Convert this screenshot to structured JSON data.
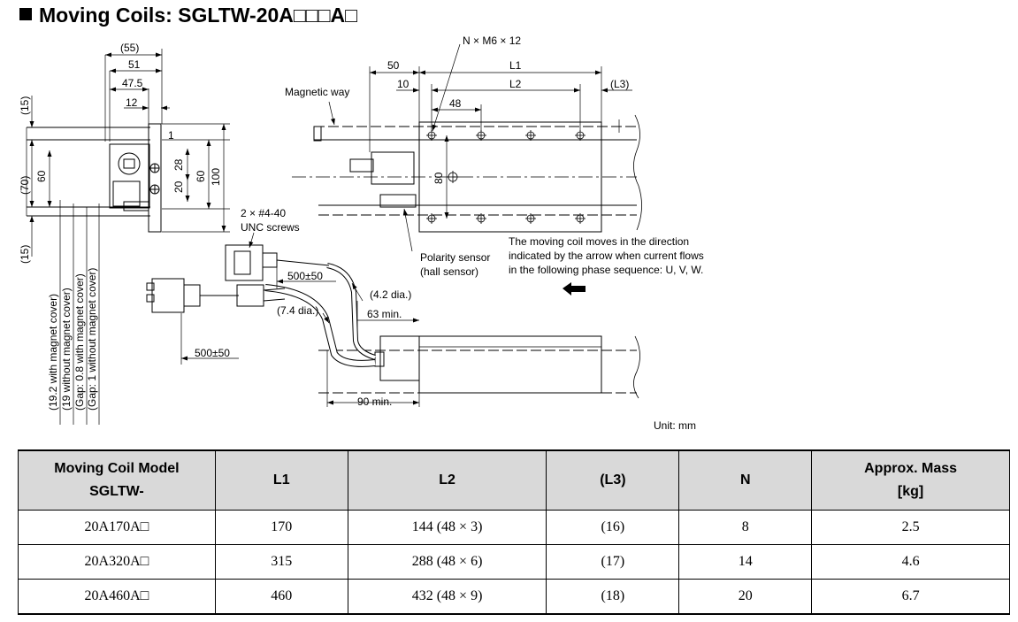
{
  "title": "Moving Coils: SGLTW-20A□□□A□",
  "drawing": {
    "dims_left": {
      "d55": "(55)",
      "d51": "51",
      "d47_5": "47.5",
      "d12": "12",
      "d1": "1",
      "d28": "28",
      "d20": "20",
      "d60a": "60",
      "d100": "100",
      "d60b": "60",
      "d15a": "(15)",
      "d70": "(70)",
      "d15b": "(15)"
    },
    "vertical_notes": [
      "(19.2 with magnet cover)",
      "(19 without magnet cover)",
      "(Gap: 0.8 with magnet cover)",
      "(Gap: 1 without magnet cover)"
    ],
    "labels": {
      "magnetic_way": "Magnetic way",
      "n_m6": "N × M6 × 12",
      "screws_line1": "2 × #4-40",
      "screws_line2": "UNC screws",
      "polarity_line1": "Polarity sensor",
      "polarity_line2": "(hall sensor)",
      "note_line1": "The moving coil moves in the direction",
      "note_line2": "indicated by the arrow when current flows",
      "note_line3": "in the following phase sequence: U, V, W.",
      "unit": "Unit: mm"
    },
    "dims_right": {
      "d50": "50",
      "L1": "L1",
      "d10": "10",
      "L2": "L2",
      "L3": "(L3)",
      "d48": "48",
      "d80": "80"
    },
    "cable_dims": {
      "len1": "500±50",
      "len2": "500±50",
      "dia42": "(4.2 dia.)",
      "dia74": "(7.4 dia.)",
      "min63": "63 min.",
      "min90": "90 min."
    }
  },
  "table": {
    "headers": {
      "model_line1": "Moving Coil Model",
      "model_line2": "SGLTW-",
      "l1": "L1",
      "l2": "L2",
      "l3": "(L3)",
      "n": "N",
      "mass_line1": "Approx. Mass",
      "mass_line2": "[kg]"
    },
    "rows": [
      {
        "model": "20A170A□",
        "l1": "170",
        "l2": "144 (48 × 3)",
        "l3": "(16)",
        "n": "8",
        "mass": "2.5"
      },
      {
        "model": "20A320A□",
        "l1": "315",
        "l2": "288 (48 × 6)",
        "l3": "(17)",
        "n": "14",
        "mass": "4.6"
      },
      {
        "model": "20A460A□",
        "l1": "460",
        "l2": "432 (48 × 9)",
        "l3": "(18)",
        "n": "20",
        "mass": "6.7"
      }
    ]
  }
}
